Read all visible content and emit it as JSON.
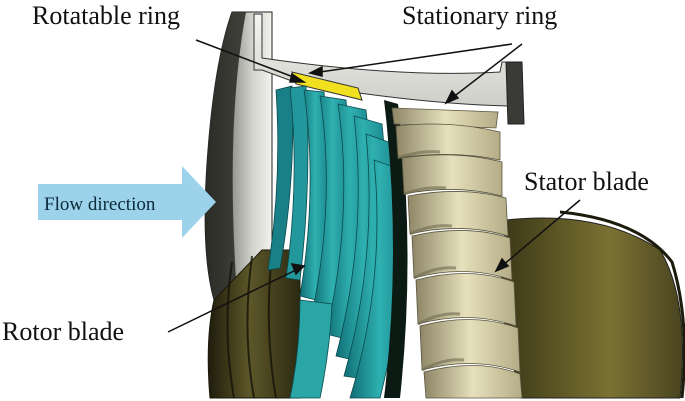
{
  "labels": {
    "rotatable_ring": "Rotatable ring",
    "stationary_ring": "Stationary ring",
    "flow_direction": "Flow direction",
    "stator_blade": "Stator blade",
    "rotor_blade": "Rotor blade"
  },
  "colors": {
    "rotor_blade": "#2aa8a8",
    "rotor_blade_dark": "#137a80",
    "stator_blade": "#ddd8b0",
    "stator_blade_dark": "#9a9270",
    "hub": "#4a4620",
    "casing": "#6e6e66",
    "ring": "#e6e6e0",
    "rotatable_ring": "#f0e020",
    "flow_arrow": "#9cd3ea"
  }
}
